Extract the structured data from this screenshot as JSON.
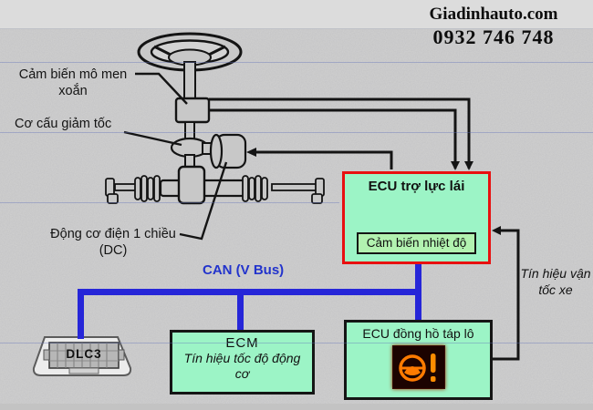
{
  "header": {
    "site": "Giadinhauto.com",
    "phone": "0932 746 748"
  },
  "diagram": {
    "labels": {
      "torque_sensor": "Cảm biến mô men xoắn",
      "reduction_gear": "Cơ cấu giảm tốc",
      "dc_motor": "Động cơ điện 1 chiều (DC)",
      "can_bus": "CAN (V Bus)",
      "vehicle_speed_signal": "Tín hiệu vận tốc xe"
    },
    "boxes": {
      "eps_ecu": {
        "title": "ECU trợ lực lái",
        "temp_sensor": "Cảm biến nhiệt độ"
      },
      "ecm": {
        "title": "ECM",
        "signal": "Tín hiệu tốc độ động cơ"
      },
      "cluster_ecu": {
        "title": "ECU đồng hồ táp lô",
        "icon": "eps-warning-lamp-icon"
      },
      "dlc3": {
        "label": "DLC3"
      }
    },
    "colors": {
      "ecu_border_red": "#e81010",
      "box_fill_mint": "#9cf4c6",
      "inner_box_fill": "#b2f2b0",
      "can_bus_blue": "#2626d8",
      "lamp_orange": "#ff7b00",
      "wire_black": "#141414"
    }
  }
}
